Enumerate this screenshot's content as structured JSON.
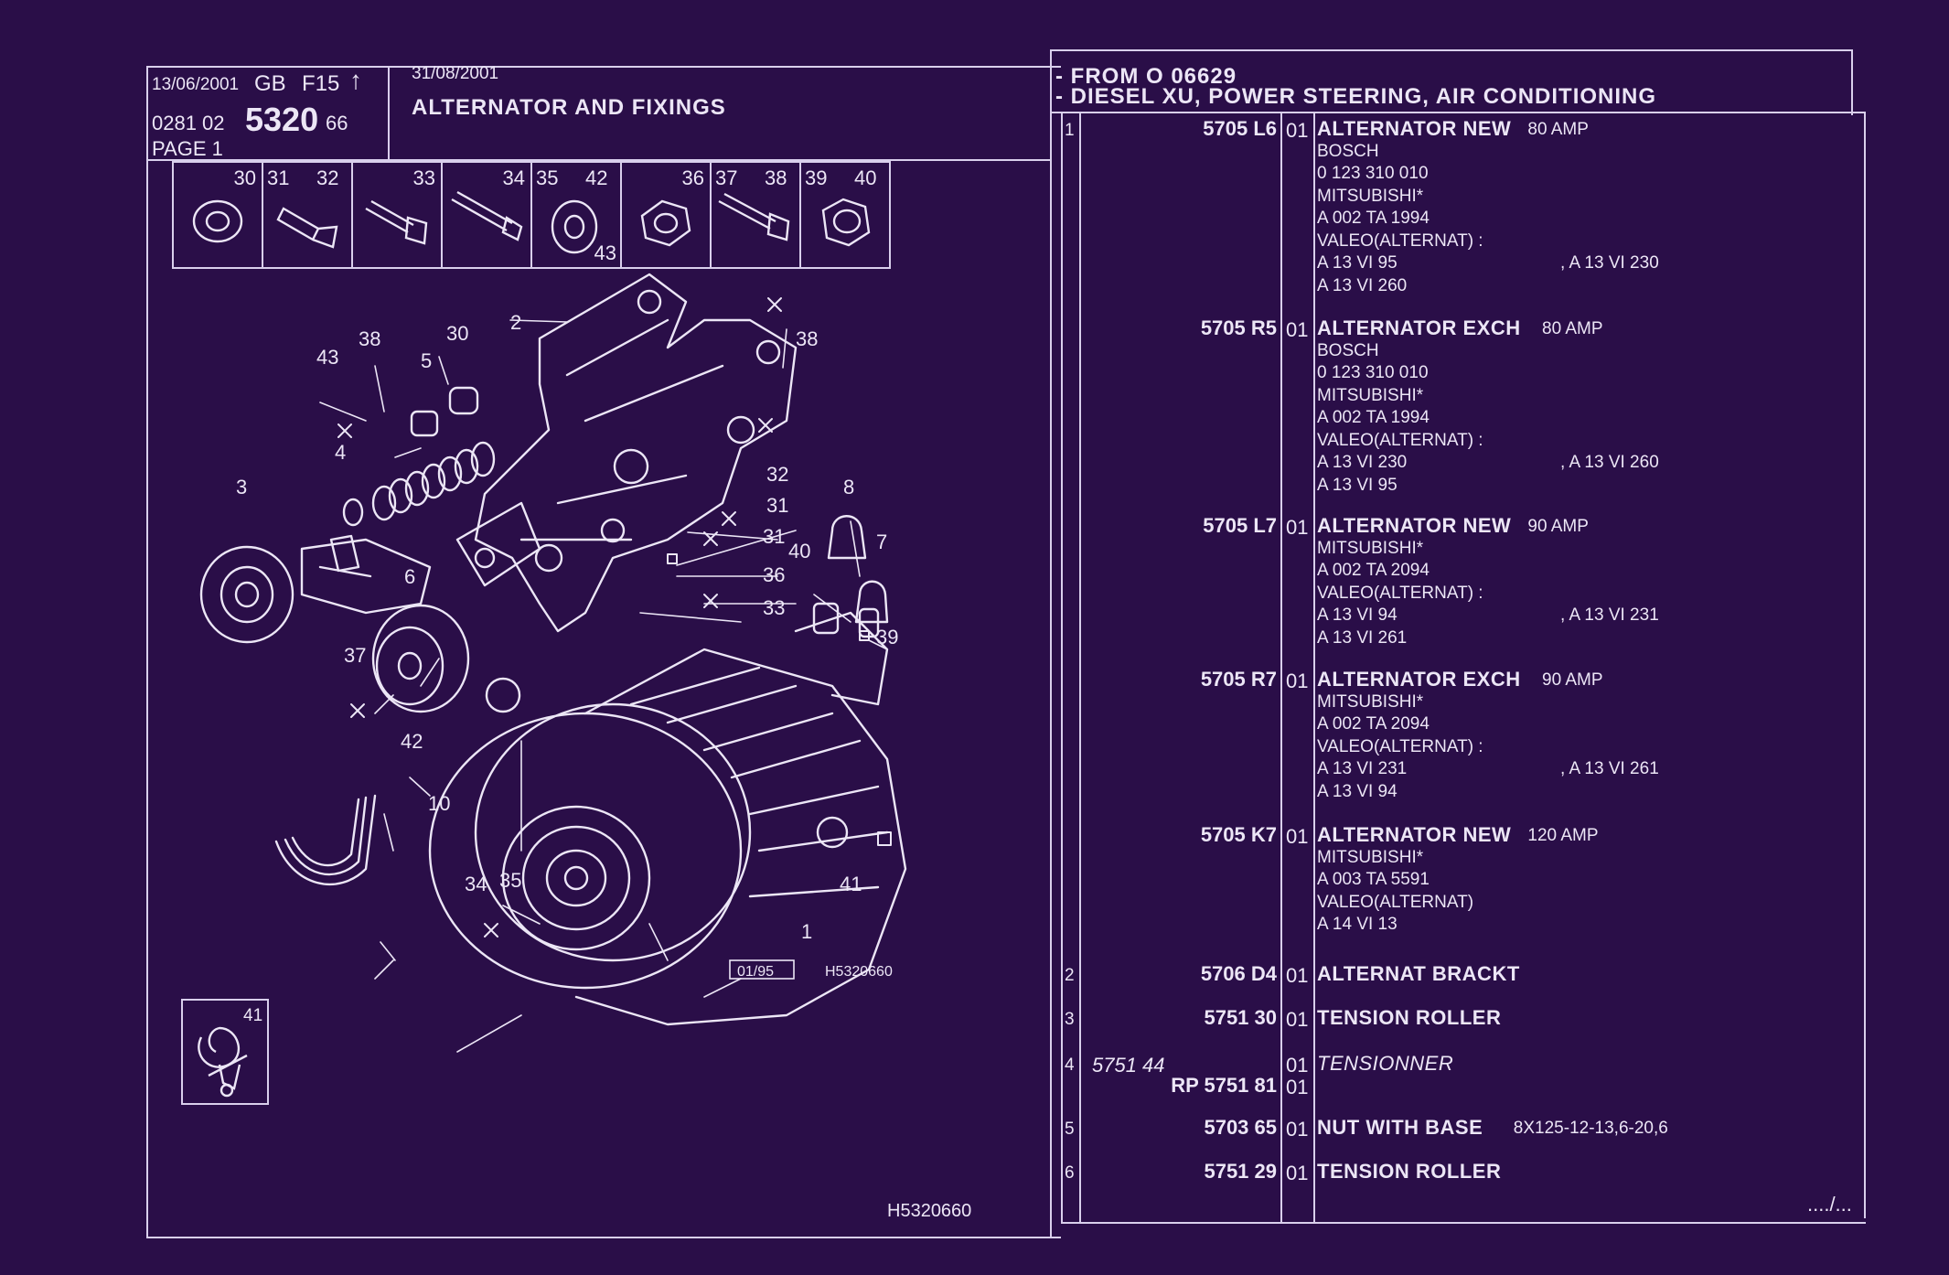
{
  "header": {
    "print_date": "13/06/2001",
    "lang": "GB",
    "section": "F15",
    "arrow_glyph": "↑",
    "code_pre": "0281 02",
    "code_main": "5320",
    "code_post": "66",
    "page_label": "PAGE 1",
    "issue_date": "31/08/2001",
    "title": "ALTERNATOR AND FIXINGS"
  },
  "application": {
    "line1": "- FROM O  06629",
    "line2": "- DIESEL XU, POWER STEERING, AIR CONDITIONING"
  },
  "thumbnails": [
    {
      "top_labels": [
        "30"
      ],
      "sub": ""
    },
    {
      "top_labels": [
        "31",
        "32"
      ],
      "sub": ""
    },
    {
      "top_labels": [
        "33"
      ],
      "sub": ""
    },
    {
      "top_labels": [
        "34"
      ],
      "sub": ""
    },
    {
      "top_labels": [
        "35",
        "42"
      ],
      "sub": "43"
    },
    {
      "top_labels": [
        "36"
      ],
      "sub": ""
    },
    {
      "top_labels": [
        "37",
        "38"
      ],
      "sub": ""
    },
    {
      "top_labels": [
        "39",
        "40"
      ],
      "sub": ""
    }
  ],
  "diagram": {
    "callouts": [
      "2",
      "38",
      "43",
      "38",
      "30",
      "5",
      "4",
      "32",
      "3",
      "31",
      "31",
      "8",
      "36",
      "40",
      "7",
      "6",
      "33",
      "39",
      "37",
      "42",
      "10",
      "41",
      "34",
      "35",
      "1"
    ],
    "ref_box": "01/95",
    "ref_code": "H5320660",
    "footer_code": "H5320660",
    "belt_label": "41"
  },
  "parts": [
    {
      "item": "1",
      "alt": "",
      "ref": "5705 L6",
      "qty": "01",
      "name": "ALTERNATOR NEW",
      "suffix": "80 AMP",
      "details": [
        "BOSCH",
        "0  123  310  010",
        "MITSUBISHI*",
        "A  002  TA  1994",
        "VALEO(ALTERNAT) :",
        "A  13  VI  95",
        "A  13  VI  260"
      ],
      "right_detail": ", A  13  VI  230",
      "right_row": 5
    },
    {
      "item": "",
      "alt": "",
      "ref": "5705 R5",
      "qty": "01",
      "name": "ALTERNATOR EXCH",
      "suffix": "80 AMP",
      "details": [
        "BOSCH",
        "0  123  310  010",
        "MITSUBISHI*",
        "A  002  TA  1994",
        "VALEO(ALTERNAT) :",
        "A  13  VI  230",
        "A  13  VI  95"
      ],
      "right_detail": ", A  13  VI  260",
      "right_row": 5
    },
    {
      "item": "",
      "alt": "",
      "ref": "5705 L7",
      "qty": "01",
      "name": "ALTERNATOR NEW",
      "suffix": "90 AMP",
      "details": [
        "MITSUBISHI*",
        "A  002  TA  2094",
        "VALEO(ALTERNAT) :",
        "A  13  VI  94",
        "A  13  VI  261"
      ],
      "right_detail": ", A  13  VI  231",
      "right_row": 3
    },
    {
      "item": "",
      "alt": "",
      "ref": "5705 R7",
      "qty": "01",
      "name": "ALTERNATOR EXCH",
      "suffix": "90 AMP",
      "details": [
        "MITSUBISHI*",
        "A  002  TA  2094",
        "VALEO(ALTERNAT) :",
        "A  13  VI  231",
        "A  13  VI  94"
      ],
      "right_detail": ", A  13  VI  261",
      "right_row": 3
    },
    {
      "item": "",
      "alt": "",
      "ref": "5705 K7",
      "qty": "01",
      "name": "ALTERNATOR NEW",
      "suffix": "120 AMP",
      "details": [
        "MITSUBISHI*",
        "A  003  TA  5591",
        "VALEO(ALTERNAT)",
        "A  14  VI  13"
      ],
      "right_detail": "",
      "right_row": -1
    },
    {
      "item": "2",
      "alt": "",
      "ref": "5706 D4",
      "qty": "01",
      "name": "ALTERNAT BRACKT",
      "suffix": "",
      "details": [],
      "right_detail": "",
      "right_row": -1
    },
    {
      "item": "3",
      "alt": "",
      "ref": "5751 30",
      "qty": "01",
      "name": "TENSION ROLLER",
      "suffix": "",
      "details": [],
      "right_detail": "",
      "right_row": -1
    },
    {
      "item": "4",
      "alt": "5751 44",
      "ref": "",
      "qty": "01",
      "name": "TENSIONNER",
      "suffix": "",
      "details": [],
      "right_detail": "",
      "right_row": -1,
      "italic": true
    },
    {
      "item": "",
      "alt": "",
      "ref": "RP  5751 81",
      "qty": "01",
      "name": "",
      "suffix": "",
      "details": [],
      "right_detail": "",
      "right_row": -1
    },
    {
      "item": "5",
      "alt": "",
      "ref": "5703 65",
      "qty": "01",
      "name": "NUT WITH BASE",
      "suffix": "8X125-12-13,6-20,6",
      "details": [],
      "right_detail": "",
      "right_row": -1
    },
    {
      "item": "6",
      "alt": "",
      "ref": "5751 29",
      "qty": "01",
      "name": "TENSION ROLLER",
      "suffix": "",
      "details": [],
      "right_detail": "",
      "right_row": -1
    }
  ],
  "continued": "..../...",
  "colors": {
    "background": "#2a0e48",
    "ink": "#ece6f6"
  }
}
